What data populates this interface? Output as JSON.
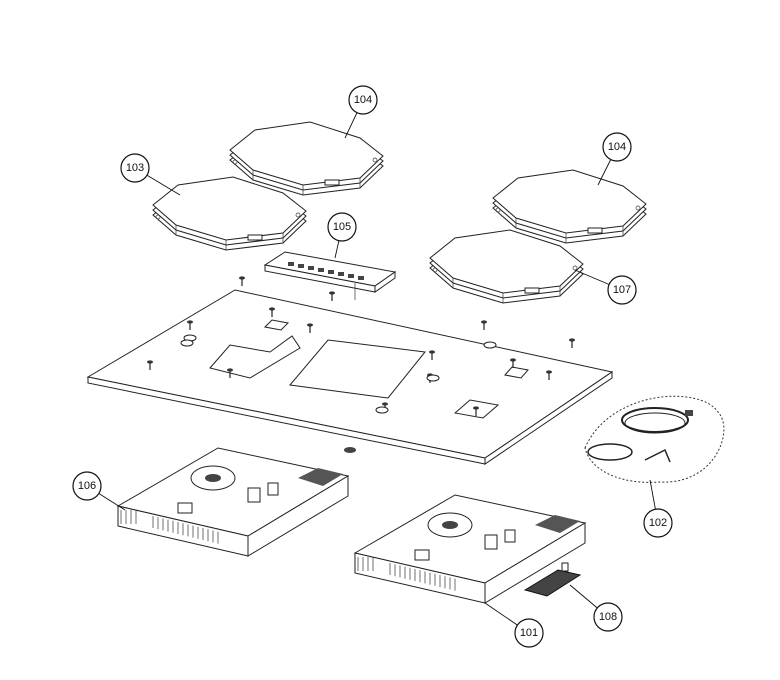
{
  "diagram": {
    "type": "exploded-parts-diagram",
    "callouts": [
      {
        "id": "callout-104a",
        "label": "104",
        "part": "induction-coil-top-left"
      },
      {
        "id": "callout-103",
        "label": "103",
        "part": "induction-coil-left"
      },
      {
        "id": "callout-104b",
        "label": "104",
        "part": "induction-coil-right"
      },
      {
        "id": "callout-105",
        "label": "105",
        "part": "control-board"
      },
      {
        "id": "callout-107",
        "label": "107",
        "part": "induction-coil-front-right"
      },
      {
        "id": "callout-106",
        "label": "106",
        "part": "power-module-left"
      },
      {
        "id": "callout-102",
        "label": "102",
        "part": "cable-set"
      },
      {
        "id": "callout-108",
        "label": "108",
        "part": "small-board"
      },
      {
        "id": "callout-101",
        "label": "101",
        "part": "power-module-right"
      }
    ]
  }
}
